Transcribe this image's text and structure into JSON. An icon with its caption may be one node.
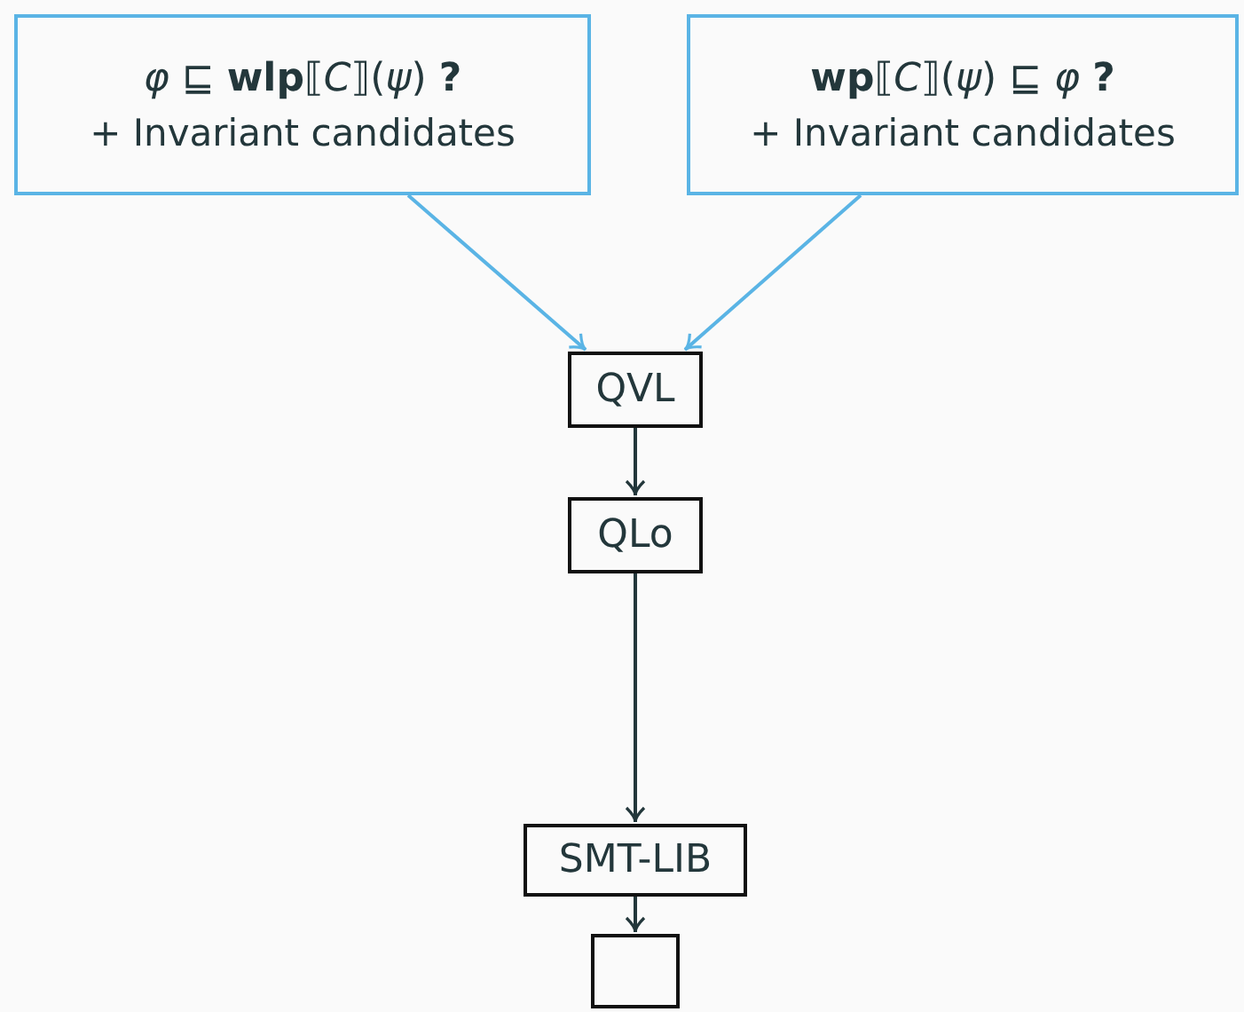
{
  "diagram": {
    "nodes": [
      {
        "text": [
          "*φ* ⊑ **wlp**⟦*C*⟧(*ψ*) **?**",
          "+ Invariant candidates"
        ]
      },
      {
        "text": [
          "**wp**⟦*C*⟧(*ψ*) ⊑ *φ* **?**",
          "+ Invariant candidates"
        ]
      },
      {
        "text": [
          "QVL"
        ]
      },
      {
        "text": [
          "QLo"
        ]
      },
      {
        "text": [
          "SMT-LIB"
        ]
      },
      {
        "text": [],
        "shape": "box"
      }
    ],
    "edges": [
      {
        "from": 0,
        "to": 2,
        "arrow": "to",
        "color": "#5ab4e5"
      },
      {
        "from": 1,
        "to": 2,
        "arrow": "to",
        "color": "#5ab4e5"
      },
      {
        "from": 2,
        "to": 3,
        "arrow": "to"
      },
      {
        "from": 3,
        "to": 4,
        "arrow": "to"
      },
      {
        "from": 4,
        "to": 5,
        "arrow": "to"
      }
    ]
  }
}
